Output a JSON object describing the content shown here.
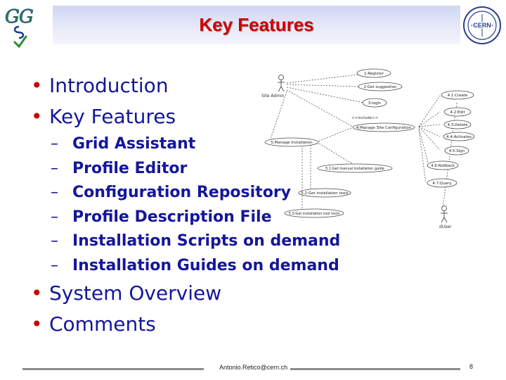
{
  "slide": {
    "title": "Key Features",
    "bullets_top": [
      "Introduction",
      "Key Features"
    ],
    "sub_bullets": [
      "Grid Assistant",
      "Profile Editor",
      "Configuration Repository",
      "Profile Description File",
      "Installation Scripts on demand",
      "Installation Guides on demand"
    ],
    "bullets_bottom": [
      "System Overview",
      "Comments"
    ]
  },
  "logos": {
    "left": "GG logo",
    "right": "CERN"
  },
  "diagram": {
    "actors": [
      "Site Admin",
      "dUser"
    ],
    "include_label": "<<include>>",
    "use_cases": [
      "1:Register",
      "2:Get suggestion",
      "3:login",
      "4:Manage Site Configuration",
      "4.1:Create",
      "4.2:Edit",
      "4.3:Delete",
      "4.4:Activates",
      "4.5:Sign",
      "4.6:Rollback",
      "4.7:Query",
      "5:Manage Installation",
      "5.1:Get manual installation guide",
      "5.2:Get installation tools",
      "5.3:Get installation tool tools"
    ]
  },
  "footer": {
    "email": "Antonio.Retico@cern.ch",
    "page": "8"
  },
  "colors": {
    "title": "#cc0000",
    "text": "#14169a",
    "bullet": "#cc0000",
    "band": "#d6dbf5"
  }
}
